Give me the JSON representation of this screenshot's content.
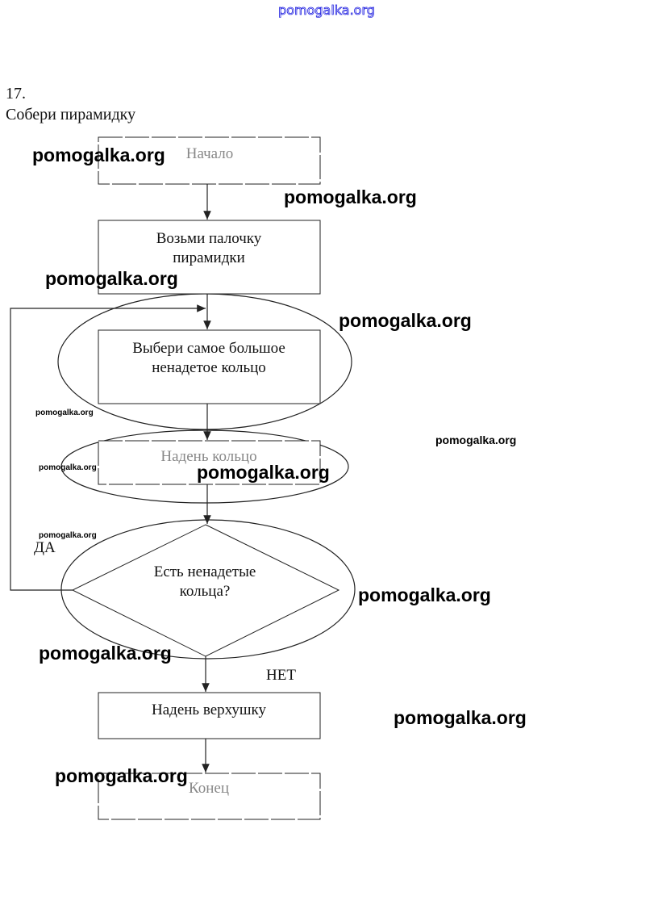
{
  "header": {
    "site_watermark": "pomogalka.org",
    "site_watermark_color": "#2020e0"
  },
  "task": {
    "number": "17.",
    "title": "Собери пирамидку"
  },
  "flowchart": {
    "start": "Начало",
    "step1": [
      "Возьми палочку",
      "пирамидки"
    ],
    "step2": [
      "Выбери самое  большое",
      "ненадетое кольцо"
    ],
    "step3": "Надень кольцо",
    "decision": [
      "Есть ненадетые",
      "кольца?"
    ],
    "yes_label": "ДА",
    "no_label": "НЕТ",
    "step4": "Надень верхушку",
    "end": "Конец"
  },
  "watermarks": [
    "pomogalka.org",
    "pomogalka.org",
    "pomogalka.org",
    "pomogalka.org",
    "pomogalka.org",
    "pomogalka.org",
    "pomogalka.org",
    "pomogalka.org",
    "pomogalka.org",
    "pomogalka.org",
    "pomogalka.org",
    "pomogalka.org",
    "pomogalka.org"
  ]
}
